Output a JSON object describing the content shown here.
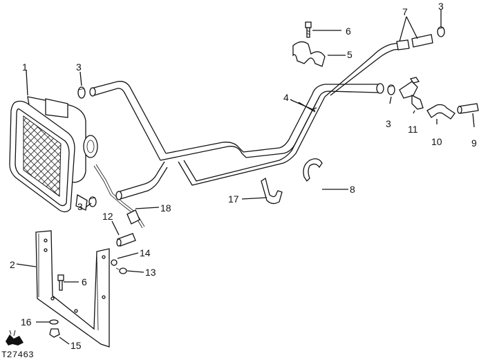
{
  "figure_id": "T27463",
  "callouts": {
    "c1": "1",
    "c2": "2",
    "c3a": "3",
    "c3b": "3",
    "c3c": "3",
    "c3d": "3",
    "c4": "4",
    "c5": "5",
    "c6a": "6",
    "c6b": "6",
    "c7": "7",
    "c8": "8",
    "c9": "9",
    "c10": "10",
    "c11": "11",
    "c12": "12",
    "c13": "13",
    "c14": "14",
    "c15": "15",
    "c16": "16",
    "c17": "17",
    "c18": "18"
  },
  "logo": {
    "name": "deer-logo-icon"
  }
}
